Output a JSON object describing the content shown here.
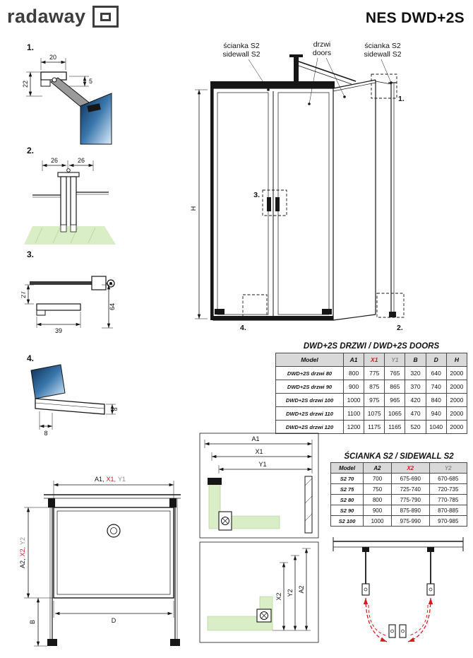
{
  "colors": {
    "accent_red": "#d61a1f",
    "dim_gray": "#8f8f8f",
    "glass_green": "#d9eec6",
    "glass_blue_dark": "#0a2b52",
    "glass_blue_light": "#dceefc",
    "table_header_bg": "#d9d9d9"
  },
  "header": {
    "logo_text": "radaway",
    "title": "NES DWD+2S"
  },
  "figures": {
    "d1": {
      "label": "1.",
      "dim_width": "20",
      "dim_height": "22",
      "dim_gap": "5"
    },
    "d2": {
      "label": "2.",
      "dim_left": "26",
      "dim_right": "26"
    },
    "d3": {
      "label": "3.",
      "dim_height": "27",
      "dim_width": "39",
      "dim_total": "64"
    },
    "d4": {
      "label": "4.",
      "dim_v": "8",
      "dim_h": "8"
    }
  },
  "elevation": {
    "sidewall_left_line1": "ścianka S2",
    "sidewall_left_line2": "sidewall S2",
    "doors_line1": "drzwi",
    "doors_line2": "doors",
    "sidewall_right_line1": "ścianka S2",
    "sidewall_right_line2": "sidewall S2",
    "dim_height": "H",
    "callout_1": "1.",
    "callout_2": "2.",
    "callout_3": "3.",
    "callout_4": "4."
  },
  "doors_table": {
    "title": "DWD+2S DRZWI / DWD+2S DOORS",
    "headers": [
      "Model",
      "A1",
      "X1",
      "Y1",
      "B",
      "D",
      "H"
    ],
    "rows": [
      [
        "DWD+2S drzwi 80",
        "800",
        "775",
        "765",
        "320",
        "640",
        "2000"
      ],
      [
        "DWD+2S drzwi 90",
        "900",
        "875",
        "865",
        "370",
        "740",
        "2000"
      ],
      [
        "DWD+2S drzwi 100",
        "1000",
        "975",
        "965",
        "420",
        "840",
        "2000"
      ],
      [
        "DWD+2S drzwi 110",
        "1100",
        "1075",
        "1065",
        "470",
        "940",
        "2000"
      ],
      [
        "DWD+2S drzwi 120",
        "1200",
        "1175",
        "1165",
        "520",
        "1040",
        "2000"
      ]
    ]
  },
  "sidewall_table": {
    "title": "ŚCIANKA S2 / SIDEWALL S2",
    "headers": [
      "Model",
      "A2",
      "X2",
      "Y2"
    ],
    "rows": [
      [
        "S2 70",
        "700",
        "675-690",
        "670-685"
      ],
      [
        "S2 75",
        "750",
        "725-740",
        "720-735"
      ],
      [
        "S2 80",
        "800",
        "775-790",
        "770-785"
      ],
      [
        "S2 90",
        "900",
        "875-890",
        "870-885"
      ],
      [
        "S2 100",
        "1000",
        "975-990",
        "970-985"
      ]
    ]
  },
  "plan": {
    "dim_a1": "A1,",
    "dim_x1": "X1,",
    "dim_y1": "Y1",
    "dim_a2": "A2,",
    "dim_x2": "X2,",
    "dim_y2": "Y2",
    "dim_d": "D",
    "dim_b": "B"
  },
  "detail_top": {
    "dim_a1": "A1",
    "dim_x1": "X1",
    "dim_y1": "Y1"
  },
  "detail_bottom": {
    "dim_x2": "X2",
    "dim_y2": "Y2",
    "dim_a2": "A2"
  }
}
